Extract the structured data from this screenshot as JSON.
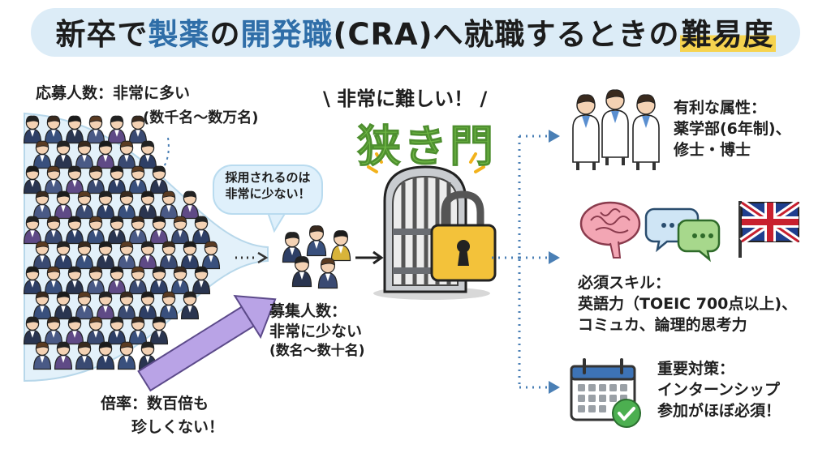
{
  "title": {
    "part1": "新卒で",
    "part2": "製薬",
    "part3": "の",
    "part4": "開発職",
    "part5": "(CRA)へ就職するときの",
    "part6": "難易度"
  },
  "applicants": {
    "line1": "応募人数：非常に多い",
    "line2": "(数千名〜数万名)"
  },
  "hired_bubble": {
    "line1": "採用されるのは",
    "line2": "非常に少ない！"
  },
  "gate": {
    "exclaim": "非常に難しい！",
    "label": "狭き門"
  },
  "openings": {
    "line1": "募集人数：",
    "line2": "非常に少ない",
    "line3": "(数名〜数十名)"
  },
  "ratio": {
    "line1": "倍率：数百倍も",
    "line2": "珍しくない！"
  },
  "attributes": {
    "line1": "有利な属性：",
    "line2": "薬学部(6年制)、",
    "line3": "修士・博士"
  },
  "skills": {
    "line1": "必須スキル：",
    "line2": "英語力（TOEIC 700点以上)、",
    "line3": "コミュカ、論理的思考力"
  },
  "measures": {
    "line1": "重要対策：",
    "line2": "インターンシップ",
    "line3": "参加がほぼ必須！"
  },
  "colors": {
    "title_band": "#dcecf7",
    "accent_blue": "#2f6ea8",
    "highlight_yellow": "#f6d34f",
    "gate_green": "#6fb745",
    "arrow_purple": "#9b7bd1",
    "dotted_blue": "#4a7fb5"
  },
  "icons": [
    "crowd-icon",
    "small-group-icon",
    "gate-icon",
    "padlock-icon",
    "doctors-icon",
    "brain-icon",
    "speech-bubbles-icon",
    "uk-flag-icon",
    "calendar-check-icon"
  ]
}
